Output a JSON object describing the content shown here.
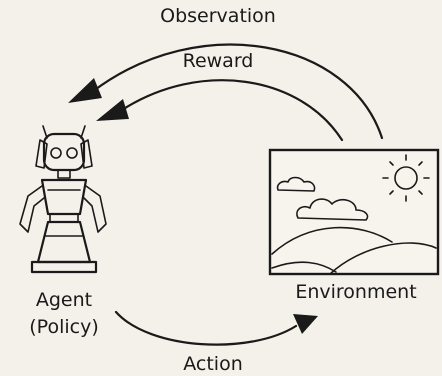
{
  "diagram": {
    "labels": {
      "observation": "Observation",
      "reward": "Reward",
      "action": "Action",
      "agent_line1": "Agent",
      "agent_line2": "(Policy)",
      "environment": "Environment"
    },
    "colors": {
      "background": "#f4f1ea",
      "ink": "#1a1a1a"
    },
    "icons": {
      "agent": "robot-icon",
      "environment": "landscape-icon",
      "sun": "sun-icon",
      "clouds": "cloud-icon"
    }
  }
}
